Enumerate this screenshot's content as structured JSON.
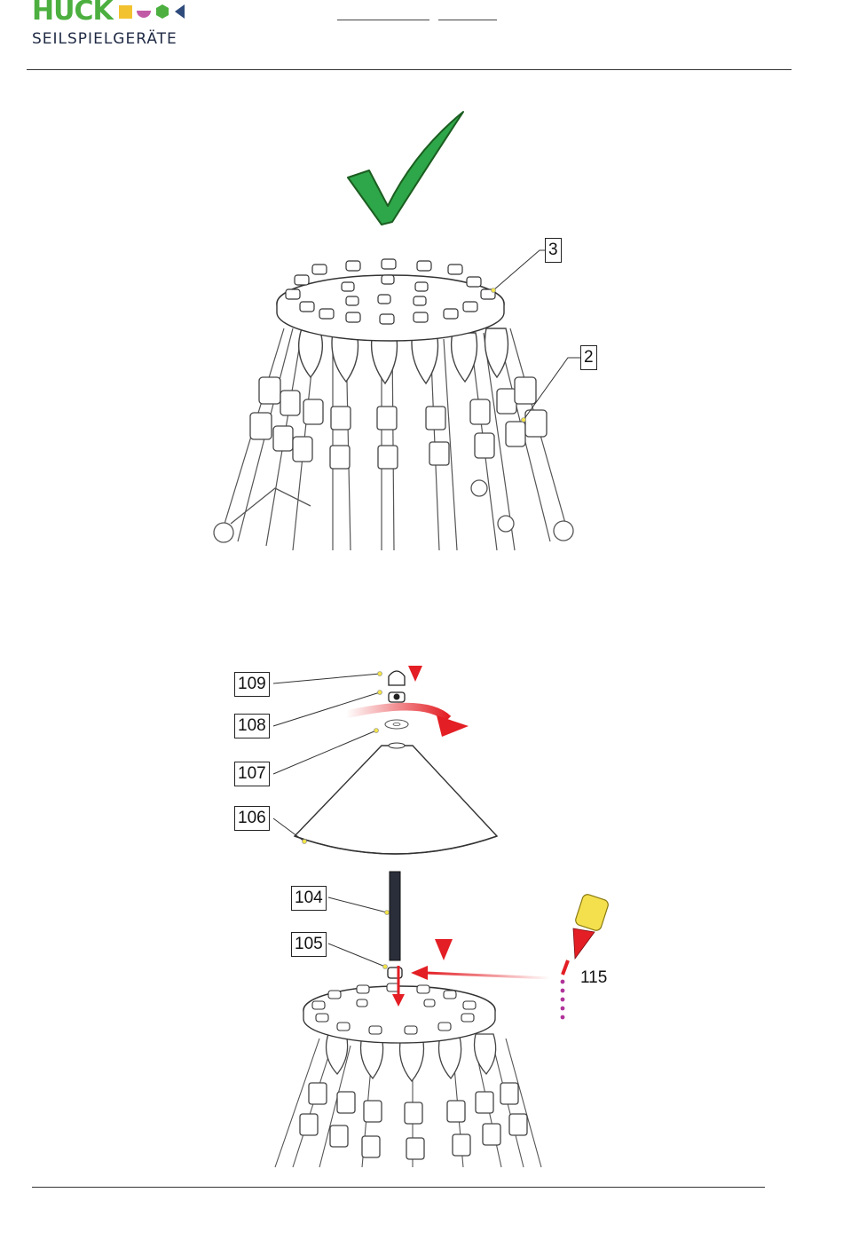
{
  "header": {
    "brand": "HUCK",
    "subtitle": "SEILSPIELGERÄTE",
    "colors": {
      "brand_green": "#4caf3f",
      "square": "#f2c230",
      "half_circle": "#c25ba6",
      "hexagon": "#4caf3f",
      "triangle": "#2f4b7c"
    }
  },
  "figure_top": {
    "callouts": [
      "3",
      "2"
    ],
    "icon": "green-checkmark-icon",
    "colors": {
      "check": "#2ea64a"
    }
  },
  "figure_bottom": {
    "callouts": [
      "109",
      "108",
      "107",
      "106",
      "104",
      "105"
    ],
    "glue_label": "115",
    "icon": "glue-bottle-icon",
    "colors": {
      "arrow": "#e31e24",
      "glue_tip": "#f4e04d",
      "glue_drop": "#b0349a"
    }
  }
}
